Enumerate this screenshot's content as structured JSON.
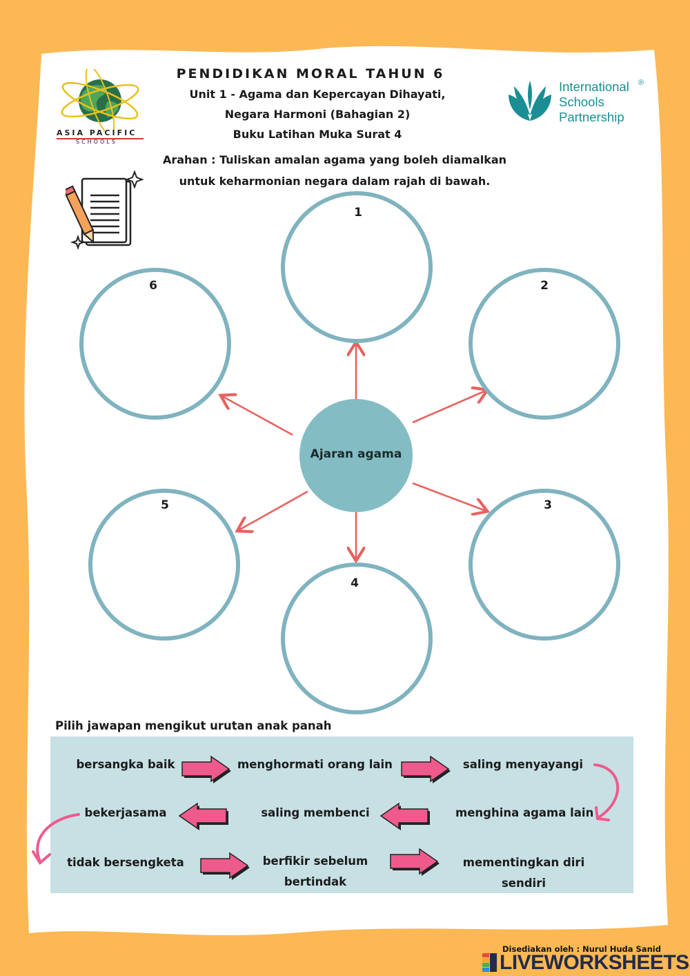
{
  "header": {
    "title": "PENDIDIKAN MORAL TAHUN 6",
    "subtitle_line1": "Unit 1 - Agama dan Kepercayan Dihayati,",
    "subtitle_line2": "Negara Harmoni (Bahagian 2)",
    "subtitle_line3": "Buku Latihan Muka Surat 4"
  },
  "logos": {
    "left": {
      "line1": "ASIA PACIFIC",
      "line2": "SCHOOLS",
      "icon": "globe-icon"
    },
    "right": {
      "line1": "International",
      "line2": "Schools",
      "line3": "Partnership",
      "registered": "®",
      "color": "#1a8e94"
    }
  },
  "instructions": {
    "line1": "Arahan : Tuliskan amalan agama yang boleh diamalkan",
    "line2": "untuk keharmonian negara dalam rajah di bawah."
  },
  "diagram": {
    "center_label": "Ajaran agama",
    "center_color": "#84bcc4",
    "ring_color": "#7fb3bf",
    "arrow_color": "#e8615f",
    "circles": [
      "1",
      "2",
      "3",
      "4",
      "5",
      "6"
    ]
  },
  "options_section": {
    "heading": "Pilih jawapan mengikut urutan anak panah",
    "panel_color": "#c6e0e4",
    "arrow_color": "#ef5a8c",
    "row1": [
      "bersangka baik",
      "menghormati orang lain",
      "saling menyayangi"
    ],
    "row2": [
      "bekerjasama",
      "saling membenci",
      "menghina agama lain"
    ],
    "row3_a": "tidak bersengketa",
    "row3_b_line1": "berfikir sebelum",
    "row3_b_line2": "bertindak",
    "row3_c_line1": "mementingkan diri",
    "row3_c_line2": "sendiri"
  },
  "footer": {
    "credit": "Disediakan oleh : Nurul Huda Sanid",
    "brand": "LIVEWORKSHEETS"
  }
}
